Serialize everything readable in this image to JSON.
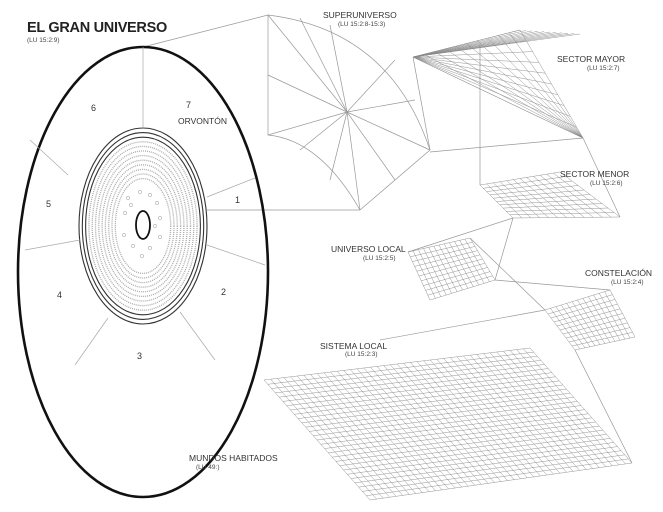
{
  "title": "EL GRAN UNIVERSO",
  "title_ref": "(LU 15:2:9)",
  "sectors": [
    "1",
    "2",
    "3",
    "4",
    "5",
    "6",
    "7"
  ],
  "orvonton": "ORVONTÓN",
  "levels": [
    {
      "name": "SUPERUNIVERSO",
      "ref": "(LU 15:2:8-15:3)"
    },
    {
      "name": "SECTOR MAYOR",
      "ref": "(LU 15:2:7)"
    },
    {
      "name": "SECTOR MENOR",
      "ref": "(LU 15:2:6)"
    },
    {
      "name": "UNIVERSO LOCAL",
      "ref": "(LU 15:2:5)"
    },
    {
      "name": "CONSTELACIÓN",
      "ref": "(LU 15:2:4)"
    },
    {
      "name": "SISTEMA LOCAL",
      "ref": "(LU 15:2:3)"
    },
    {
      "name": "MUNDOS HABITADOS",
      "ref": "(LU 49:)"
    }
  ]
}
